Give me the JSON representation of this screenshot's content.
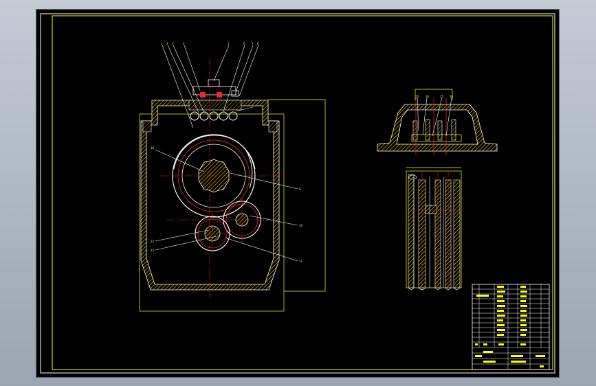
{
  "drawing": {
    "background": "#000000",
    "line_color_primary": "#ffff00",
    "line_color_center": "#ff2020",
    "line_color_outline": "#ffffff",
    "hatch_color": "#ffcc00"
  },
  "callouts_top": [
    "1",
    "2",
    "3",
    "4",
    "5",
    "6",
    "7",
    "8"
  ],
  "callouts_side": [
    "18",
    "9",
    "10",
    "11",
    "12",
    "13"
  ],
  "section_callouts": [
    "15",
    "16",
    "15",
    "16"
  ],
  "title_block": {
    "rows": 13,
    "stamp": "大理湾学院"
  }
}
